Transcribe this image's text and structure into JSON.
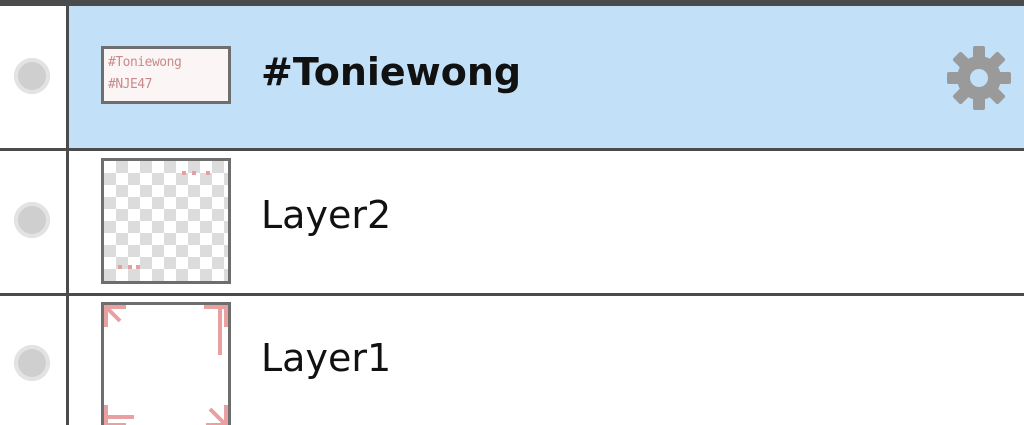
{
  "layers": [
    {
      "name": "#Toniewong",
      "selected": true,
      "thumbnail_text": [
        "#Toniewong",
        "#NJE47"
      ],
      "settings_icon": "gear-icon",
      "visibility_icon": "visibility-dot-icon"
    },
    {
      "name": "Layer2",
      "selected": false,
      "visibility_icon": "visibility-dot-icon"
    },
    {
      "name": "Layer1",
      "selected": false,
      "visibility_icon": "visibility-dot-icon"
    }
  ],
  "colors": {
    "selected_row": "#c2e0f7",
    "divider": "#4b4b4b",
    "thumbnail_accent": "#e8a0a0",
    "gear": "#9a9a9a"
  }
}
